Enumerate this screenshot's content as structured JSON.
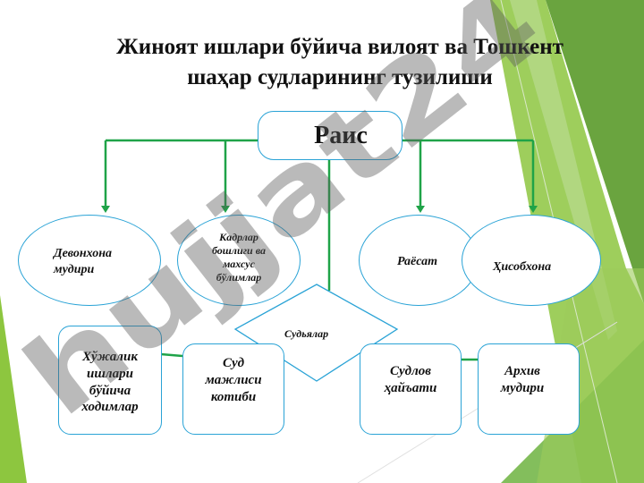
{
  "title": {
    "line1": "Жиноят ишлари бўйича вилоят ва Тошкент",
    "line2": "шаҳар судларининг тузилиши"
  },
  "nodes": {
    "rais": "Раис",
    "devonxona": "Девонхона\nмудири",
    "kadrlar": "Кадрлар\nбошлиги ва\nмахсус\nбўлимлар",
    "raisat": "Раёсат",
    "hisobxona": "Ҳисобхона",
    "sudyalar": "Судьялар",
    "xojalik": "Хўжалик\nишлари\nбўйича\nходимлар",
    "majlis": "Суд\nмажлиси\nкотиби",
    "sudlov": "Судлов\nҳайъати",
    "arxiv": "Архив\nмудири"
  },
  "colors": {
    "connector": "#1fa348",
    "border": "#2aa3d6",
    "accent_green": "#8dc63f"
  },
  "watermark": {
    "text": "hujjat24"
  }
}
